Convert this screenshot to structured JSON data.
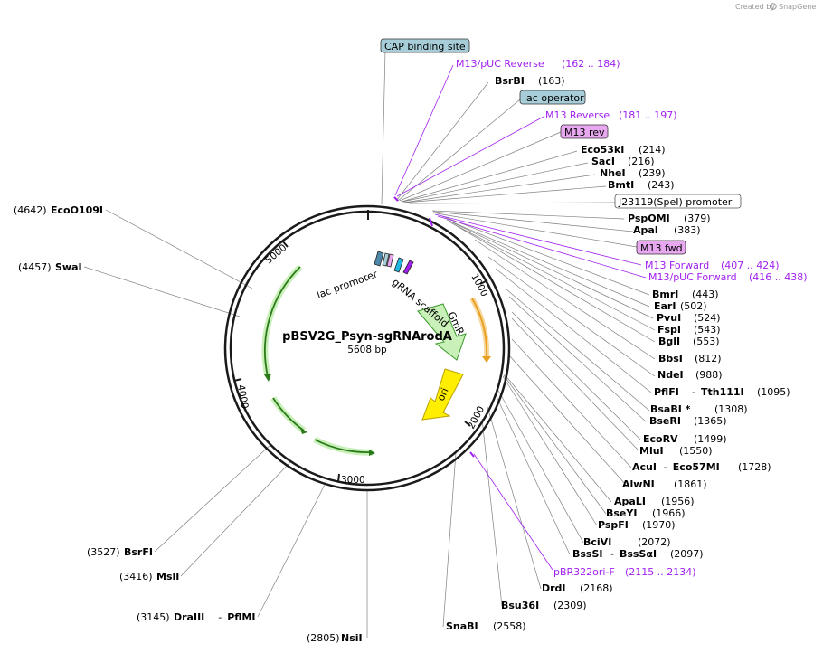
{
  "watermark": {
    "prefix": "Created by",
    "brand": "SnapGene"
  },
  "plasmid": {
    "name": "pBSV2G_Psyn-sgRNArodA",
    "length_label": "5608 bp"
  },
  "ticks": [
    "1000",
    "2000",
    "3000",
    "4000",
    "5000"
  ],
  "features": {
    "cap_binding_site": "CAP binding site",
    "lac_operator": "lac operator",
    "m13_rev_box": "M13 rev",
    "j23119_promoter": "J23119(SpeI) promoter",
    "m13_fwd_box": "M13 fwd",
    "lac_promoter": "lac promoter",
    "grna_scaffold": "gRNA scaffold",
    "gmr": "GmR",
    "ori": "ori"
  },
  "primers": {
    "m13_puc_reverse": {
      "name": "M13/pUC Reverse",
      "range": "(162 .. 184)"
    },
    "m13_reverse": {
      "name": "M13 Reverse",
      "range": "(181 .. 197)"
    },
    "m13_forward": {
      "name": "M13 Forward",
      "range": "(407 .. 424)"
    },
    "m13_puc_forward": {
      "name": "M13/pUC Forward",
      "range": "(416 .. 438)"
    },
    "pbr322ori_f": {
      "name": "pBR322ori-F",
      "range": "(2115 .. 2134)"
    }
  },
  "sites_right": [
    {
      "name": "BsrBI",
      "pos": "(163)"
    },
    {
      "name": "Eco53kI",
      "pos": "(214)"
    },
    {
      "name": "SacI",
      "pos": "(216)"
    },
    {
      "name": "NheI",
      "pos": "(239)"
    },
    {
      "name": "BmtI",
      "pos": "(243)"
    },
    {
      "name": "PspOMI",
      "pos": "(379)"
    },
    {
      "name": "ApaI",
      "pos": "(383)"
    },
    {
      "name": "BmrI",
      "pos": "(443)"
    },
    {
      "name": "EarI",
      "pos": "(502)"
    },
    {
      "name": "PvuI",
      "pos": "(524)"
    },
    {
      "name": "FspI",
      "pos": "(543)"
    },
    {
      "name": "BglI",
      "pos": "(553)"
    },
    {
      "name": "BbsI",
      "pos": "(812)"
    },
    {
      "name": "NdeI",
      "pos": "(988)"
    },
    {
      "name": "PflFI",
      "sep": "-",
      "name2": "Tth111I",
      "pos": "(1095)"
    },
    {
      "name": "BsaBI *",
      "pos": "(1308)"
    },
    {
      "name": "BseRI",
      "pos": "(1365)"
    },
    {
      "name": "EcoRV",
      "pos": "(1499)"
    },
    {
      "name": "MluI",
      "pos": "(1550)"
    },
    {
      "name": "AcuI",
      "sep": "-",
      "name2": "Eco57MI",
      "pos": "(1728)"
    },
    {
      "name": "AlwNI",
      "pos": "(1861)"
    },
    {
      "name": "ApaLI",
      "pos": "(1956)"
    },
    {
      "name": "BseYI",
      "pos": "(1966)"
    },
    {
      "name": "PspFI",
      "pos": "(1970)"
    },
    {
      "name": "BciVI",
      "pos": "(2072)"
    },
    {
      "name": "BssSI",
      "sep": "-",
      "name2": "BssSαI",
      "pos": "(2097)"
    },
    {
      "name": "DrdI",
      "pos": "(2168)"
    },
    {
      "name": "Bsu36I",
      "pos": "(2309)"
    },
    {
      "name": "SnaBI",
      "pos": "(2558)"
    }
  ],
  "sites_left": [
    {
      "pos": "(4642)",
      "name": "EcoO109I"
    },
    {
      "pos": "(4457)",
      "name": "SwaI"
    },
    {
      "pos": "(3527)",
      "name": "BsrFI"
    },
    {
      "pos": "(3416)",
      "name": "MslI"
    },
    {
      "pos": "(3145)",
      "name": "DraIII",
      "sep": "-",
      "name2": "PflMI"
    },
    {
      "pos": "(2805)",
      "name": "NsiI"
    }
  ],
  "colors": {
    "backbone": "#1a1a1a",
    "primer": "#a020f0",
    "feature_blue": "#a6cdd8",
    "feature_pink": "#e8a8f0",
    "green": "#3a9a2a",
    "green_light": "#c8f0b8",
    "orange": "#e8a020",
    "yellow": "#ffee00",
    "leader": "#808080"
  }
}
